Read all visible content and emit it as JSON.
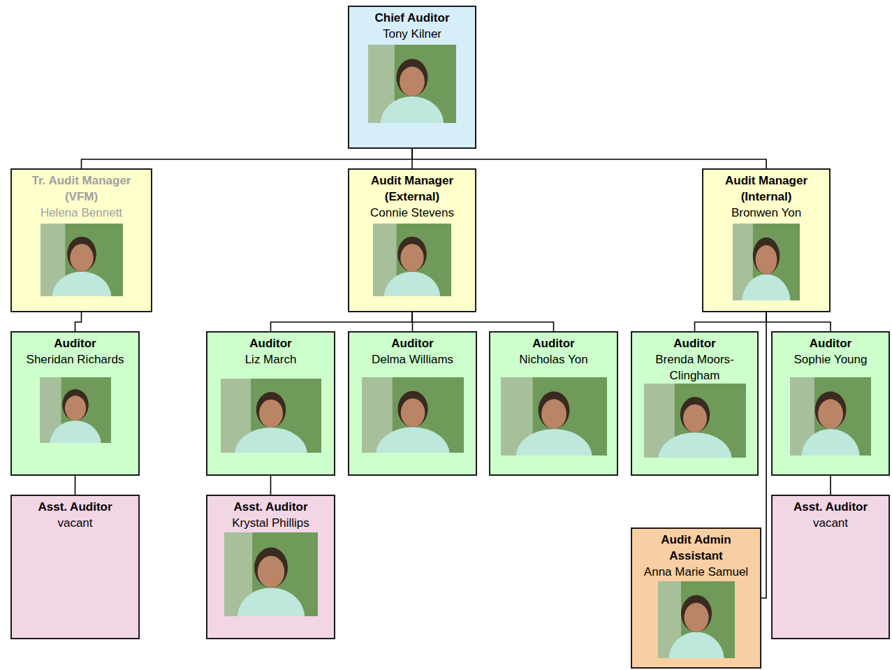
{
  "diagram": {
    "nodes": [
      {
        "text": [
          "Chief Auditor",
          "Tony Kilner"
        ]
      },
      {
        "text": [
          "Tr. Audit Manager (VFM)",
          "Helena Bennett"
        ]
      },
      {
        "text": [
          "Audit Manager (External)",
          "Connie Stevens"
        ]
      },
      {
        "text": [
          "Audit Manager (Internal)",
          "Bronwen Yon"
        ]
      },
      {
        "text": [
          "Auditor",
          "Sheridan Richards"
        ]
      },
      {
        "text": [
          "Auditor",
          "Liz March"
        ]
      },
      {
        "text": [
          "Auditor",
          "Delma Williams"
        ]
      },
      {
        "text": [
          "Auditor",
          "Nicholas Yon"
        ]
      },
      {
        "text": [
          "Auditor",
          "Brenda Moors-Clingham"
        ]
      },
      {
        "text": [
          "Auditor",
          "Sophie Young"
        ]
      },
      {
        "text": [
          "Asst. Auditor",
          "vacant"
        ]
      },
      {
        "text": [
          "Asst. Auditor",
          "Krystal Phillips"
        ]
      },
      {
        "text": [
          "Audit Admin Assistant",
          "Anna Marie Samuel"
        ]
      },
      {
        "text": [
          "Asst. Auditor",
          "vacant"
        ]
      }
    ],
    "edges": [
      {
        "from": 0,
        "to": 1,
        "arrow": "none"
      },
      {
        "from": 0,
        "to": 2,
        "arrow": "none"
      },
      {
        "from": 0,
        "to": 3,
        "arrow": "none"
      },
      {
        "from": 1,
        "to": 4,
        "arrow": "none"
      },
      {
        "from": 2,
        "to": 5,
        "arrow": "none"
      },
      {
        "from": 2,
        "to": 6,
        "arrow": "none"
      },
      {
        "from": 2,
        "to": 7,
        "arrow": "none"
      },
      {
        "from": 3,
        "to": 8,
        "arrow": "none"
      },
      {
        "from": 3,
        "to": 9,
        "arrow": "none"
      },
      {
        "from": 3,
        "to": 12,
        "arrow": "none"
      },
      {
        "from": 4,
        "to": 10,
        "arrow": "none"
      },
      {
        "from": 5,
        "to": 11,
        "arrow": "none"
      },
      {
        "from": 9,
        "to": 13,
        "arrow": "none"
      }
    ]
  }
}
